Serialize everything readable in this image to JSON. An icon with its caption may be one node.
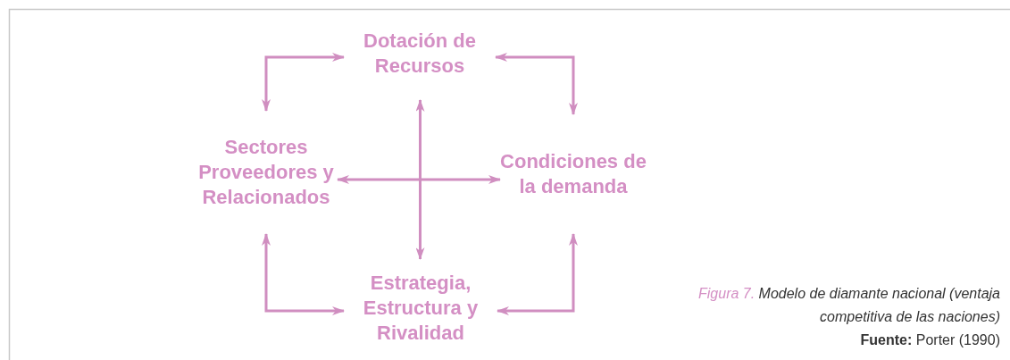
{
  "diagram": {
    "caption": "Modelo de diamante nacional (ventaja competitiva de las naciones)",
    "nodes": [
      {
        "text": [
          "Dotación de Recursos"
        ]
      },
      {
        "text": [
          "Sectores Proveedores y Relacionados"
        ]
      },
      {
        "text": [
          "Condiciones de la demanda"
        ]
      },
      {
        "text": [
          "Estrategia, Estructura y Rivalidad"
        ]
      }
    ],
    "edges": [
      {
        "from": 1,
        "to": 0,
        "arrow": "both"
      },
      {
        "from": 0,
        "to": 2,
        "arrow": "both"
      },
      {
        "from": 1,
        "to": 3,
        "arrow": "both"
      },
      {
        "from": 3,
        "to": 2,
        "arrow": "both"
      },
      {
        "from": 0,
        "to": 3,
        "arrow": "both"
      },
      {
        "from": 1,
        "to": 2,
        "arrow": "both"
      }
    ],
    "labels": [
      "Figura 7.",
      "**Fuente:** Porter (1990)"
    ]
  }
}
